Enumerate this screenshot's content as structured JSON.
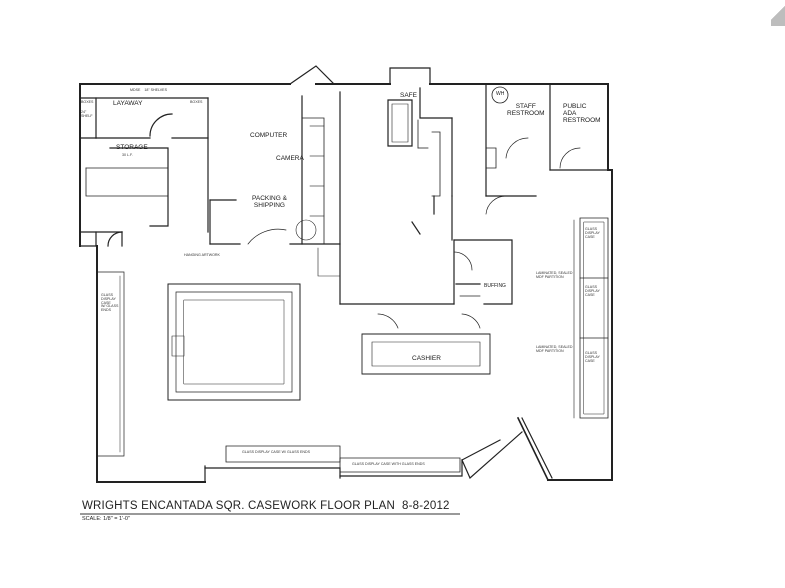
{
  "title": {
    "name": "WRIGHTS ENCANTADA SQR. CASEWORK FLOOR PLAN",
    "date": "8-8-2012",
    "scale": "SCALE: 1/8\" = 1'-0\""
  },
  "rooms": {
    "layaway": "LAYAWAY",
    "storage": "STORAGE",
    "computer": "COMPUTER",
    "camera": "CAMERA",
    "packing": "PACKING &\nSHIPPING",
    "safe": "SAFE",
    "wh": "WH",
    "staff_restroom": "STAFF\nRESTROOM",
    "public_restroom": "PUBLIC\nADA\nRESTROOM",
    "cashier": "CASHIER",
    "buffing": "BUFFING"
  },
  "fixtures": {
    "shelves": "MDSE    18\" SHELVES",
    "boxes_left": "BOXES",
    "boxes_right": "BOXES",
    "shelf_24": "24\"\nSHELF",
    "storage_lf": "30 L.F.",
    "hanging_artwork": "HANGING ARTWORK",
    "glass_case_left": "GLASS\nDISPLAY\nCASE\nW/ GLASS\nENDS",
    "glass_case_right1": "GLASS\nDISPLAY\nCASE",
    "glass_case_right2": "GLASS\nDISPLAY\nCASE",
    "glass_case_right3": "GLASS\nDISPLAY\nCASE",
    "laminated_1": "LAMINATED, SEALED\nMDF PARTITION",
    "laminated_2": "LAMINATED, SEALED\nMDF PARTITION",
    "bottom_case_1": "GLASS DISPLAY CASE W/ GLASS ENDS",
    "bottom_case_2": "GLASS DISPLAY CASE WITH GLASS ENDS"
  }
}
